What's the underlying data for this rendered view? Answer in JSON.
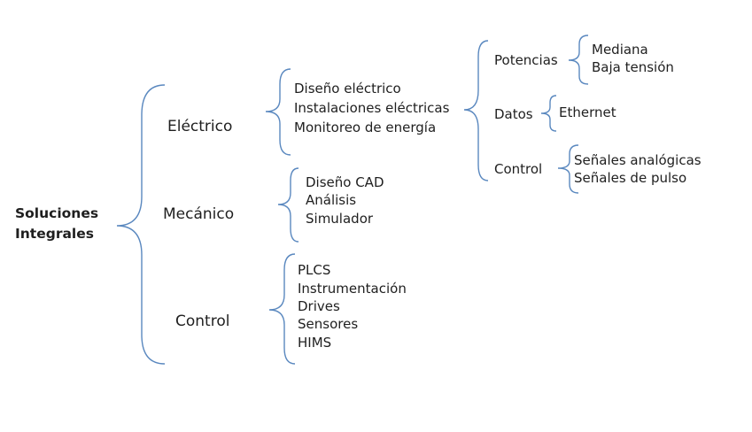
{
  "root": {
    "line1": "Soluciones",
    "line2": "Integrales"
  },
  "categories": {
    "electrico": {
      "label": "Eléctrico",
      "items": [
        "Diseño eléctrico",
        "Instalaciones eléctricas",
        "Monitoreo de energía"
      ]
    },
    "mecanico": {
      "label": "Mecánico",
      "items": [
        "Diseño CAD",
        "Análisis",
        "Simulador"
      ]
    },
    "control": {
      "label": "Control",
      "items": [
        "PLCS",
        "Instrumentación",
        "Drives",
        "Sensores",
        "HIMS"
      ]
    }
  },
  "sub_branches": {
    "potencias": {
      "label": "Potencias",
      "items": [
        "Mediana",
        "Baja tensión"
      ]
    },
    "datos": {
      "label": "Datos",
      "items": [
        "Ethernet"
      ]
    },
    "control": {
      "label": "Control",
      "items": [
        "Señales analógicas",
        "Señales de pulso"
      ]
    }
  },
  "colors": {
    "brace": "#5a88bf",
    "text": "#1f1f1f"
  }
}
